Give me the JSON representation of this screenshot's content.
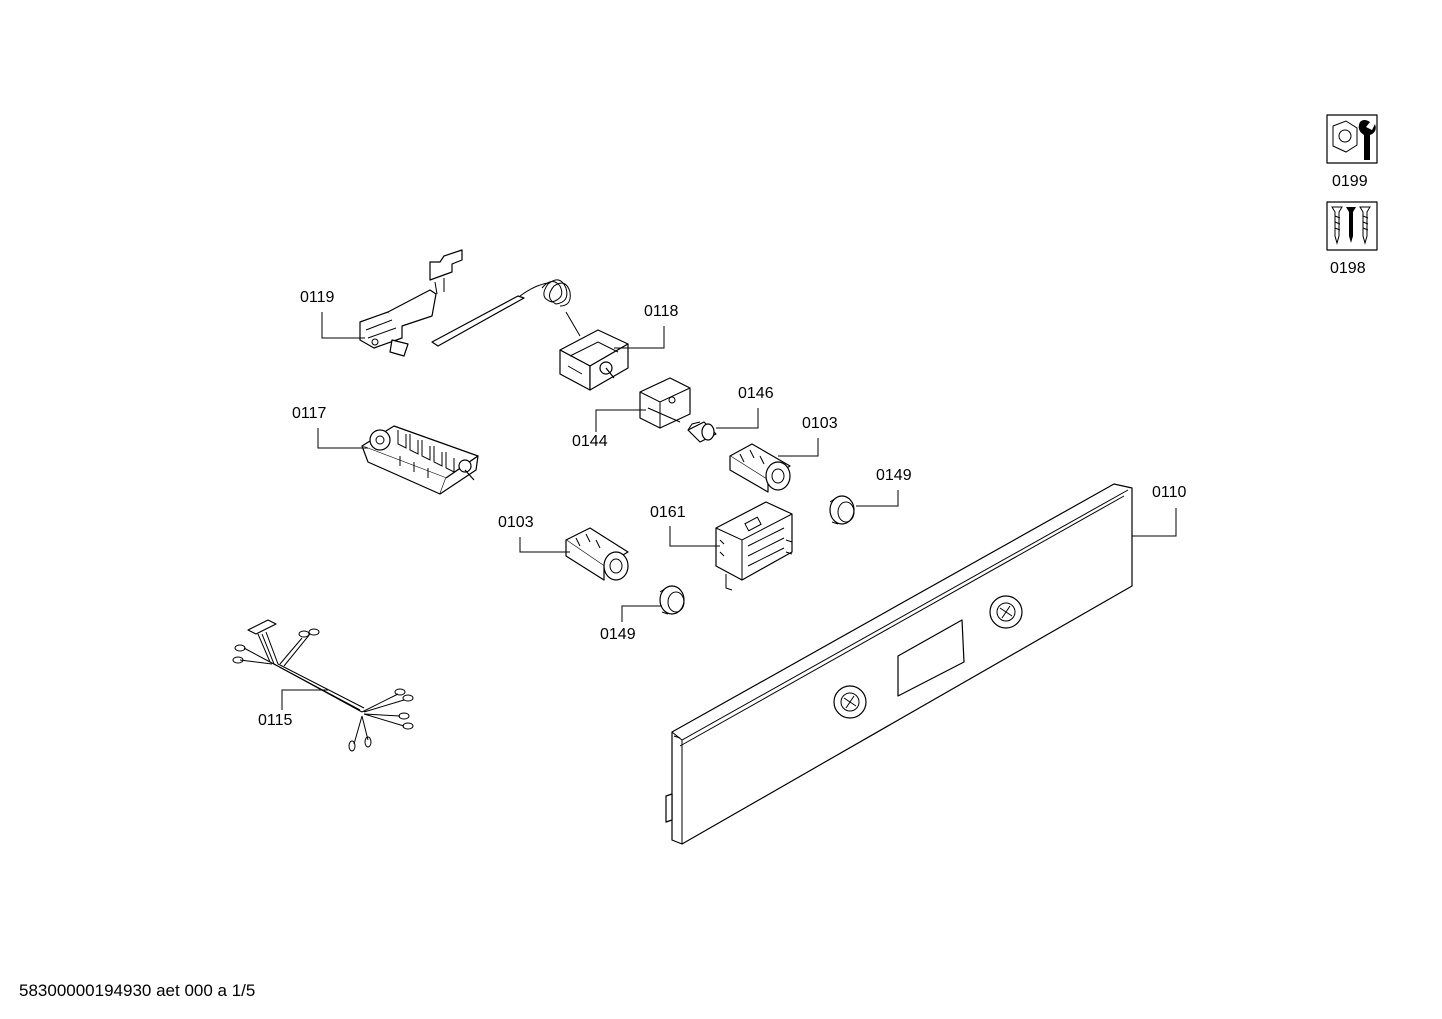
{
  "labels": {
    "p0119": "0119",
    "p0118": "0118",
    "p0117": "0117",
    "p0144": "0144",
    "p0146": "0146",
    "p0103a": "0103",
    "p0149a": "0149",
    "p0110": "0110",
    "p0161": "0161",
    "p0103b": "0103",
    "p0149b": "0149",
    "p0115": "0115",
    "p0199": "0199",
    "p0198": "0198"
  },
  "footer": {
    "text": "58300000194930 aet 000 a 1/5"
  }
}
